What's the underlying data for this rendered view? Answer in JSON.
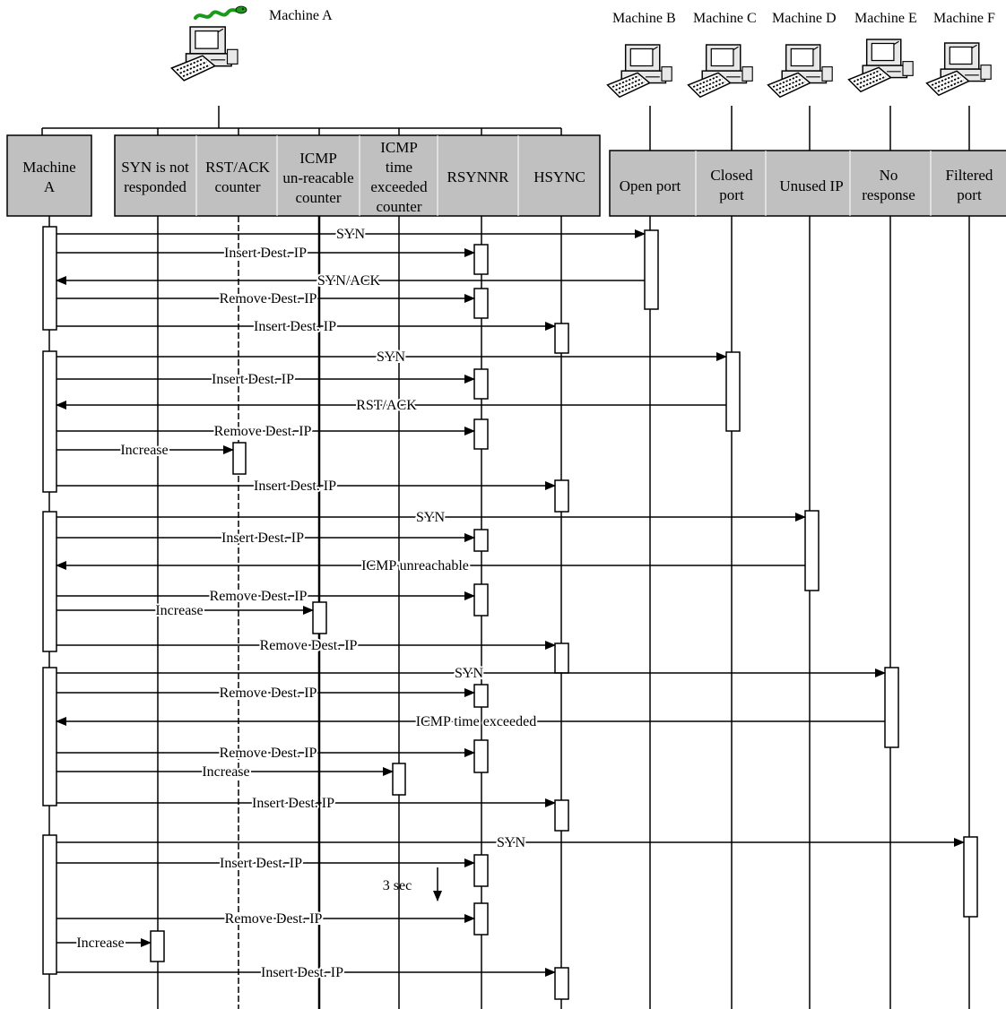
{
  "machines": {
    "a": "Machine A",
    "b": "Machine B",
    "c": "Machine C",
    "d": "Machine D",
    "e": "Machine E",
    "f": "Machine F"
  },
  "left_group": [
    [
      "Machine",
      "A"
    ],
    [
      "SYN is not",
      "responded"
    ],
    [
      "RST/ACK",
      "counter"
    ],
    [
      "ICMP",
      "un-reacable",
      "counter"
    ],
    [
      "ICMP",
      "time",
      "exceeded",
      "counter"
    ],
    [
      "RSYNNR"
    ],
    [
      "HSYNC"
    ]
  ],
  "right_group": [
    [
      "Open port"
    ],
    [
      "Closed",
      "port"
    ],
    [
      "Unused IP"
    ],
    [
      "No",
      "response"
    ],
    [
      "Filtered",
      "port"
    ]
  ],
  "messages": {
    "syn": "SYN",
    "syn_ack": "SYN/ACK",
    "rst_ack": "RST/ACK",
    "icmp_unreachable": "ICMP unreachable",
    "icmp_time_exceeded": "ICMP time exceeded",
    "insert_dest_ip": "Insert Dest. IP",
    "remove_dest_ip": "Remove Dest. IP",
    "increase": "Increase",
    "delay": "3 sec"
  },
  "icons": {
    "snake": "snake-icon",
    "computer": "computer-icon"
  }
}
